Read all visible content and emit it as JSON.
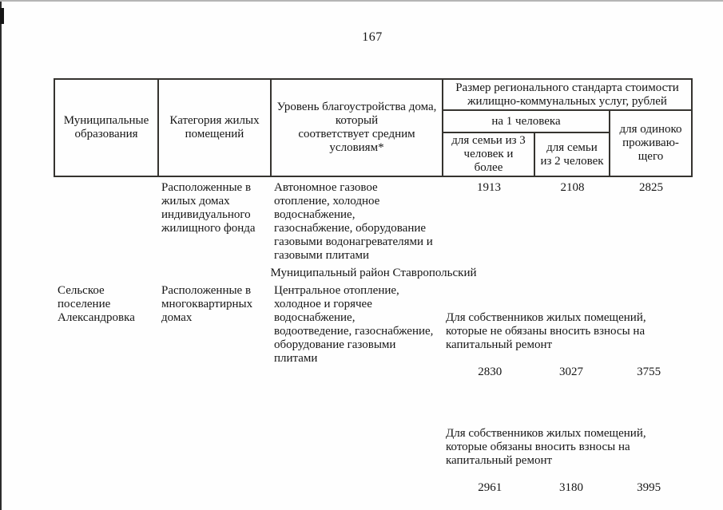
{
  "page": {
    "number": "167"
  },
  "table": {
    "header": {
      "col_municipality": "Муниципальные\nобразования",
      "col_category": "Категория жилых\nпомещений",
      "col_amenity": "Уровень благоустройства дома,\nкоторый\nсоответствует средним\nусловиям*",
      "col_standard": "Размер регионального стандарта стоимости\nжилищно-коммунальных услуг, рублей",
      "col_per_person": "на 1 человека",
      "col_family3": "для семьи из 3\nчеловек и\nболее",
      "col_family2": "для семьи\nиз 2 человек",
      "col_single": "для одиноко\nпроживаю-\nщего"
    },
    "row1": {
      "municipality": "",
      "category": "Расположенные в\nжилых домах\nиндивидуального\nжилищного фонда",
      "amenities": "Автономное газовое\nотопление, холодное\nводоснабжение,\nгазоснабжение, оборудование\nгазовыми водонагревателями и\nгазовыми плитами",
      "family3": "1913",
      "family2": "2108",
      "single": "2825"
    },
    "section": {
      "label": "Муниципальный район Ставропольский"
    },
    "row2": {
      "municipality": "Сельское\nпоселение\nАлександровка",
      "category": "Расположенные в\nмногоквартирных\nдомах",
      "amenities": "Центральное отопление,\nхолодное и горячее\nводоснабжение,\nводоотведение, газоснабжение,\nоборудование газовыми\nплитами",
      "blocks": [
        {
          "label": "Для собственников жилых помещений,\nкоторые не обязаны вносить взносы на\nкапитальный ремонт",
          "family3": "2830",
          "family2": "3027",
          "single": "3755"
        },
        {
          "label": "Для собственников  жилых помещений,\nкоторые обязаны вносить взносы на\nкапитальный ремонт",
          "family3": "2961",
          "family2": "3180",
          "single": "3995"
        }
      ]
    }
  }
}
